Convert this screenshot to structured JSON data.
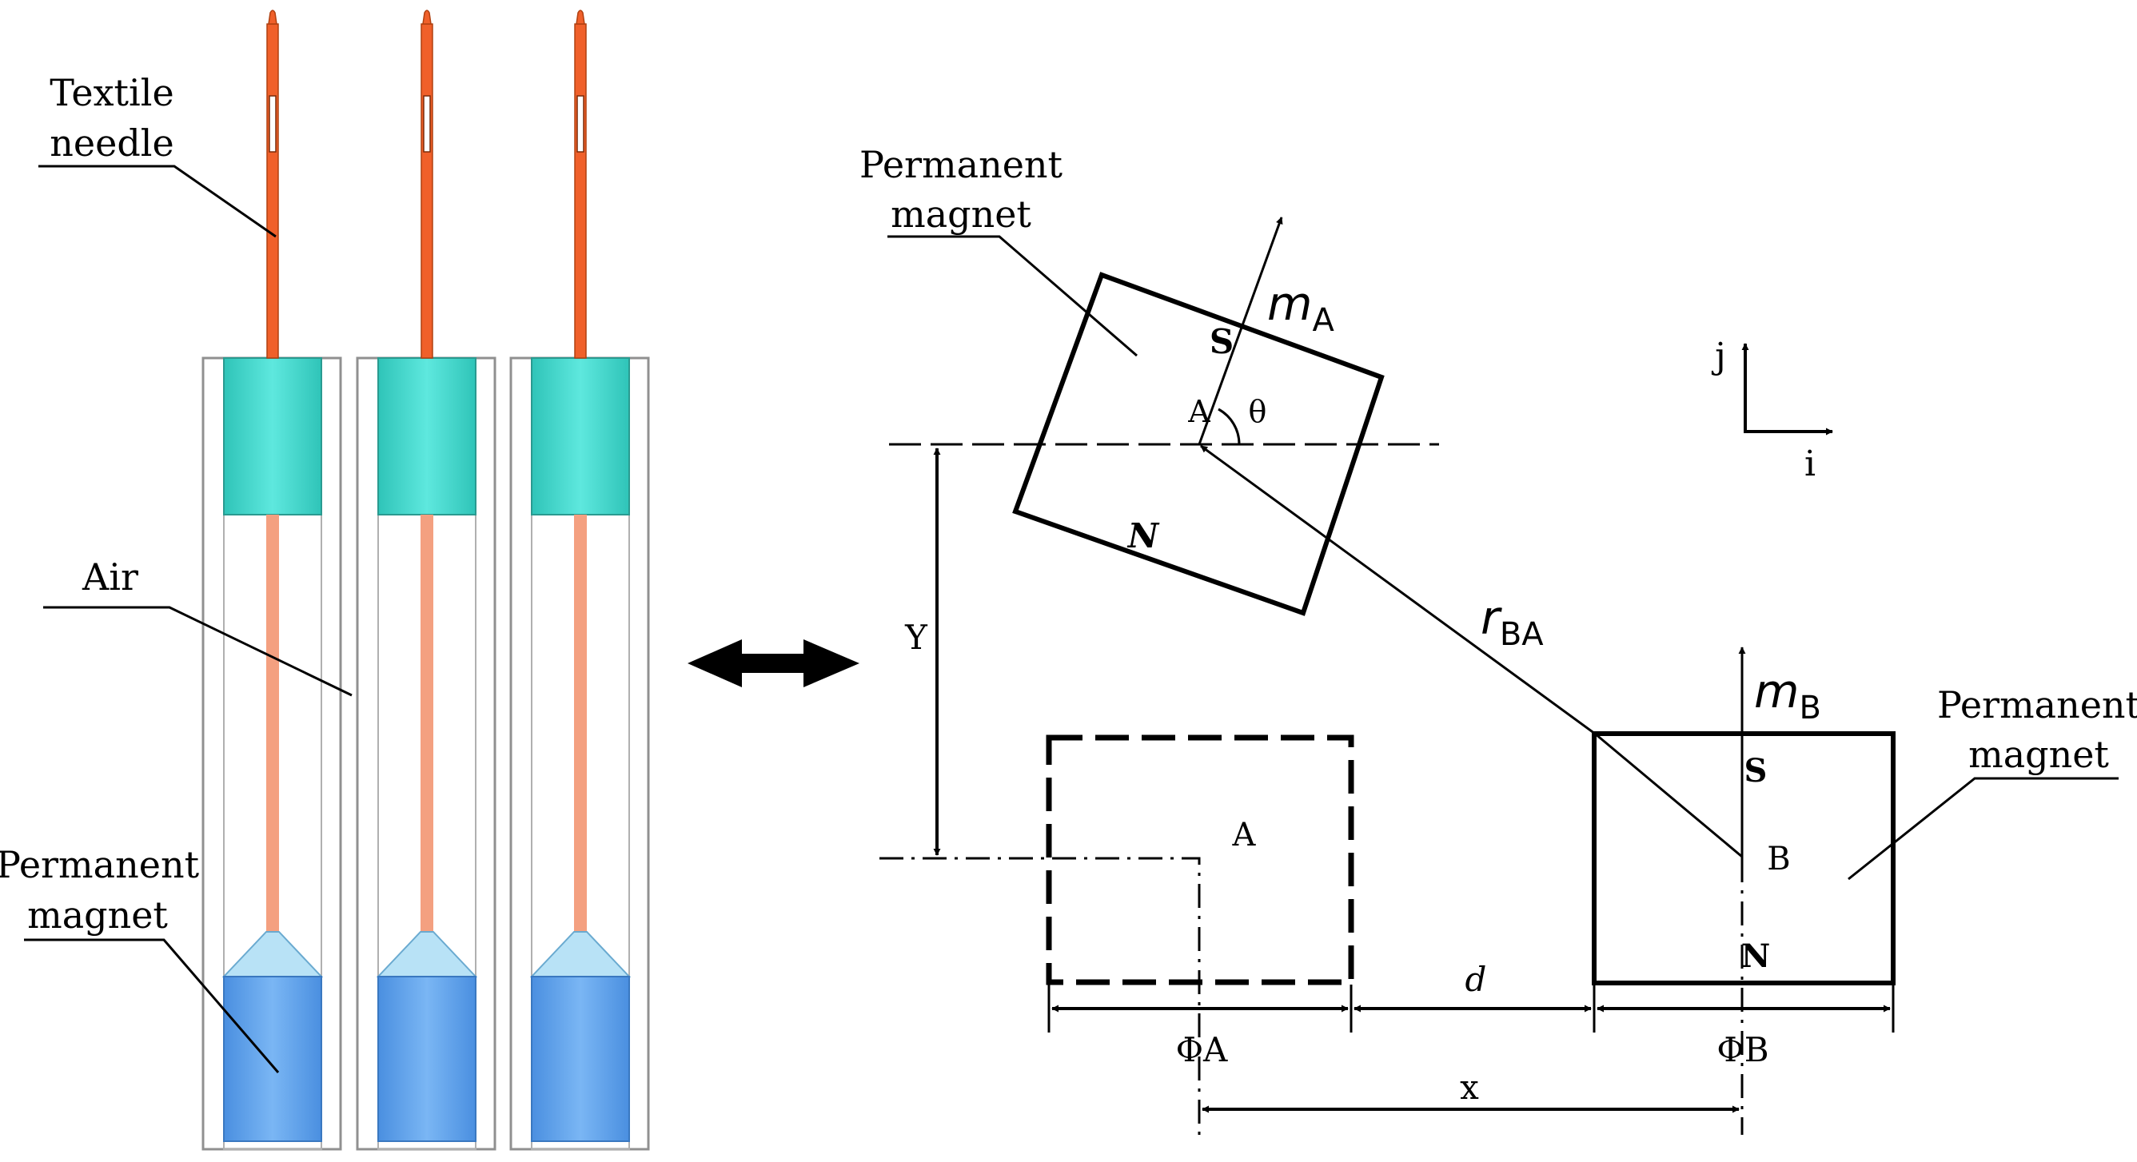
{
  "left_panel": {
    "needle_label_line1": "Textile",
    "needle_label_line2": "needle",
    "air_label": "Air",
    "magnet_label_line1": "Permanent",
    "magnet_label_line2": "magnet",
    "colors": {
      "needle": "#f0602a",
      "rod": "#f4a080",
      "cap": "#40d8cc",
      "magnet": "#5a9fea",
      "cone": "#a8d8f4",
      "tube": "#9a9a9a"
    }
  },
  "right_panel": {
    "magnet_a_label_line1": "Permanent",
    "magnet_a_label_line2": "magnet",
    "magnet_b_label_line1": "Permanent",
    "magnet_b_label_line2": "magnet",
    "m_a_symbol": "m",
    "m_a_subscript": "A",
    "m_b_symbol": "m",
    "m_b_subscript": "B",
    "r_ba_symbol": "r",
    "r_ba_subscript": "BA",
    "theta": "θ",
    "point_a": "A",
    "point_a_dashed": "A",
    "point_b": "B",
    "pole_s_a": "S",
    "pole_n_a": "N",
    "pole_s_b": "S",
    "pole_n_b": "N",
    "axis_j": "j",
    "axis_i": "i",
    "dim_y": "Y",
    "dim_d": "d",
    "dim_x": "x",
    "dim_phi_a": "ΦA",
    "dim_phi_b": "ΦB"
  }
}
